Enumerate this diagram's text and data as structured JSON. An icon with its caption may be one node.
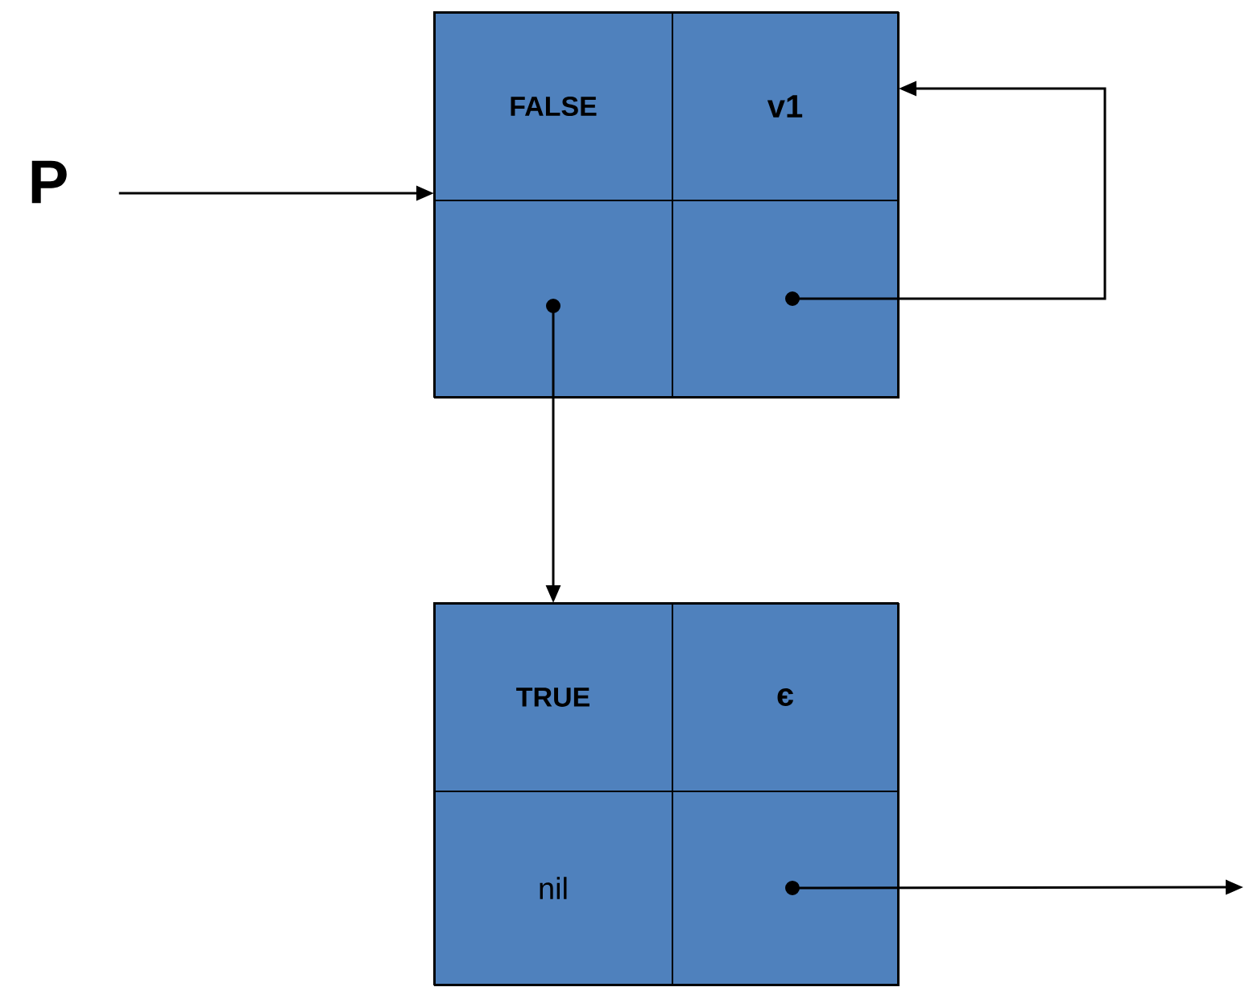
{
  "diagram": {
    "nodes": [
      {
        "text": [
          "P"
        ]
      },
      {
        "text": [],
        "shape": "box"
      },
      {
        "text": [
          "FALSE"
        ],
        "in": 1
      },
      {
        "text": [
          "v1"
        ],
        "in": 1
      },
      {
        "text": [],
        "shape": "box",
        "in": 1
      },
      {
        "text": [],
        "shape": "box",
        "in": 1
      },
      {
        "text": [],
        "shape": "box"
      },
      {
        "text": [
          "TRUE"
        ],
        "in": 6
      },
      {
        "text": [
          "є"
        ],
        "in": 6
      },
      {
        "text": [
          "nil"
        ],
        "in": 6
      },
      {
        "text": [],
        "shape": "box",
        "in": 6
      }
    ],
    "edges": [
      {
        "from": 0,
        "to": 1,
        "arrow": "to"
      },
      {
        "from": 4,
        "to": 6,
        "arrow": "to"
      },
      {
        "from": 5,
        "to": 3,
        "arrow": "to"
      },
      {
        "from": 10,
        "to": null,
        "arrow": "to"
      }
    ]
  }
}
